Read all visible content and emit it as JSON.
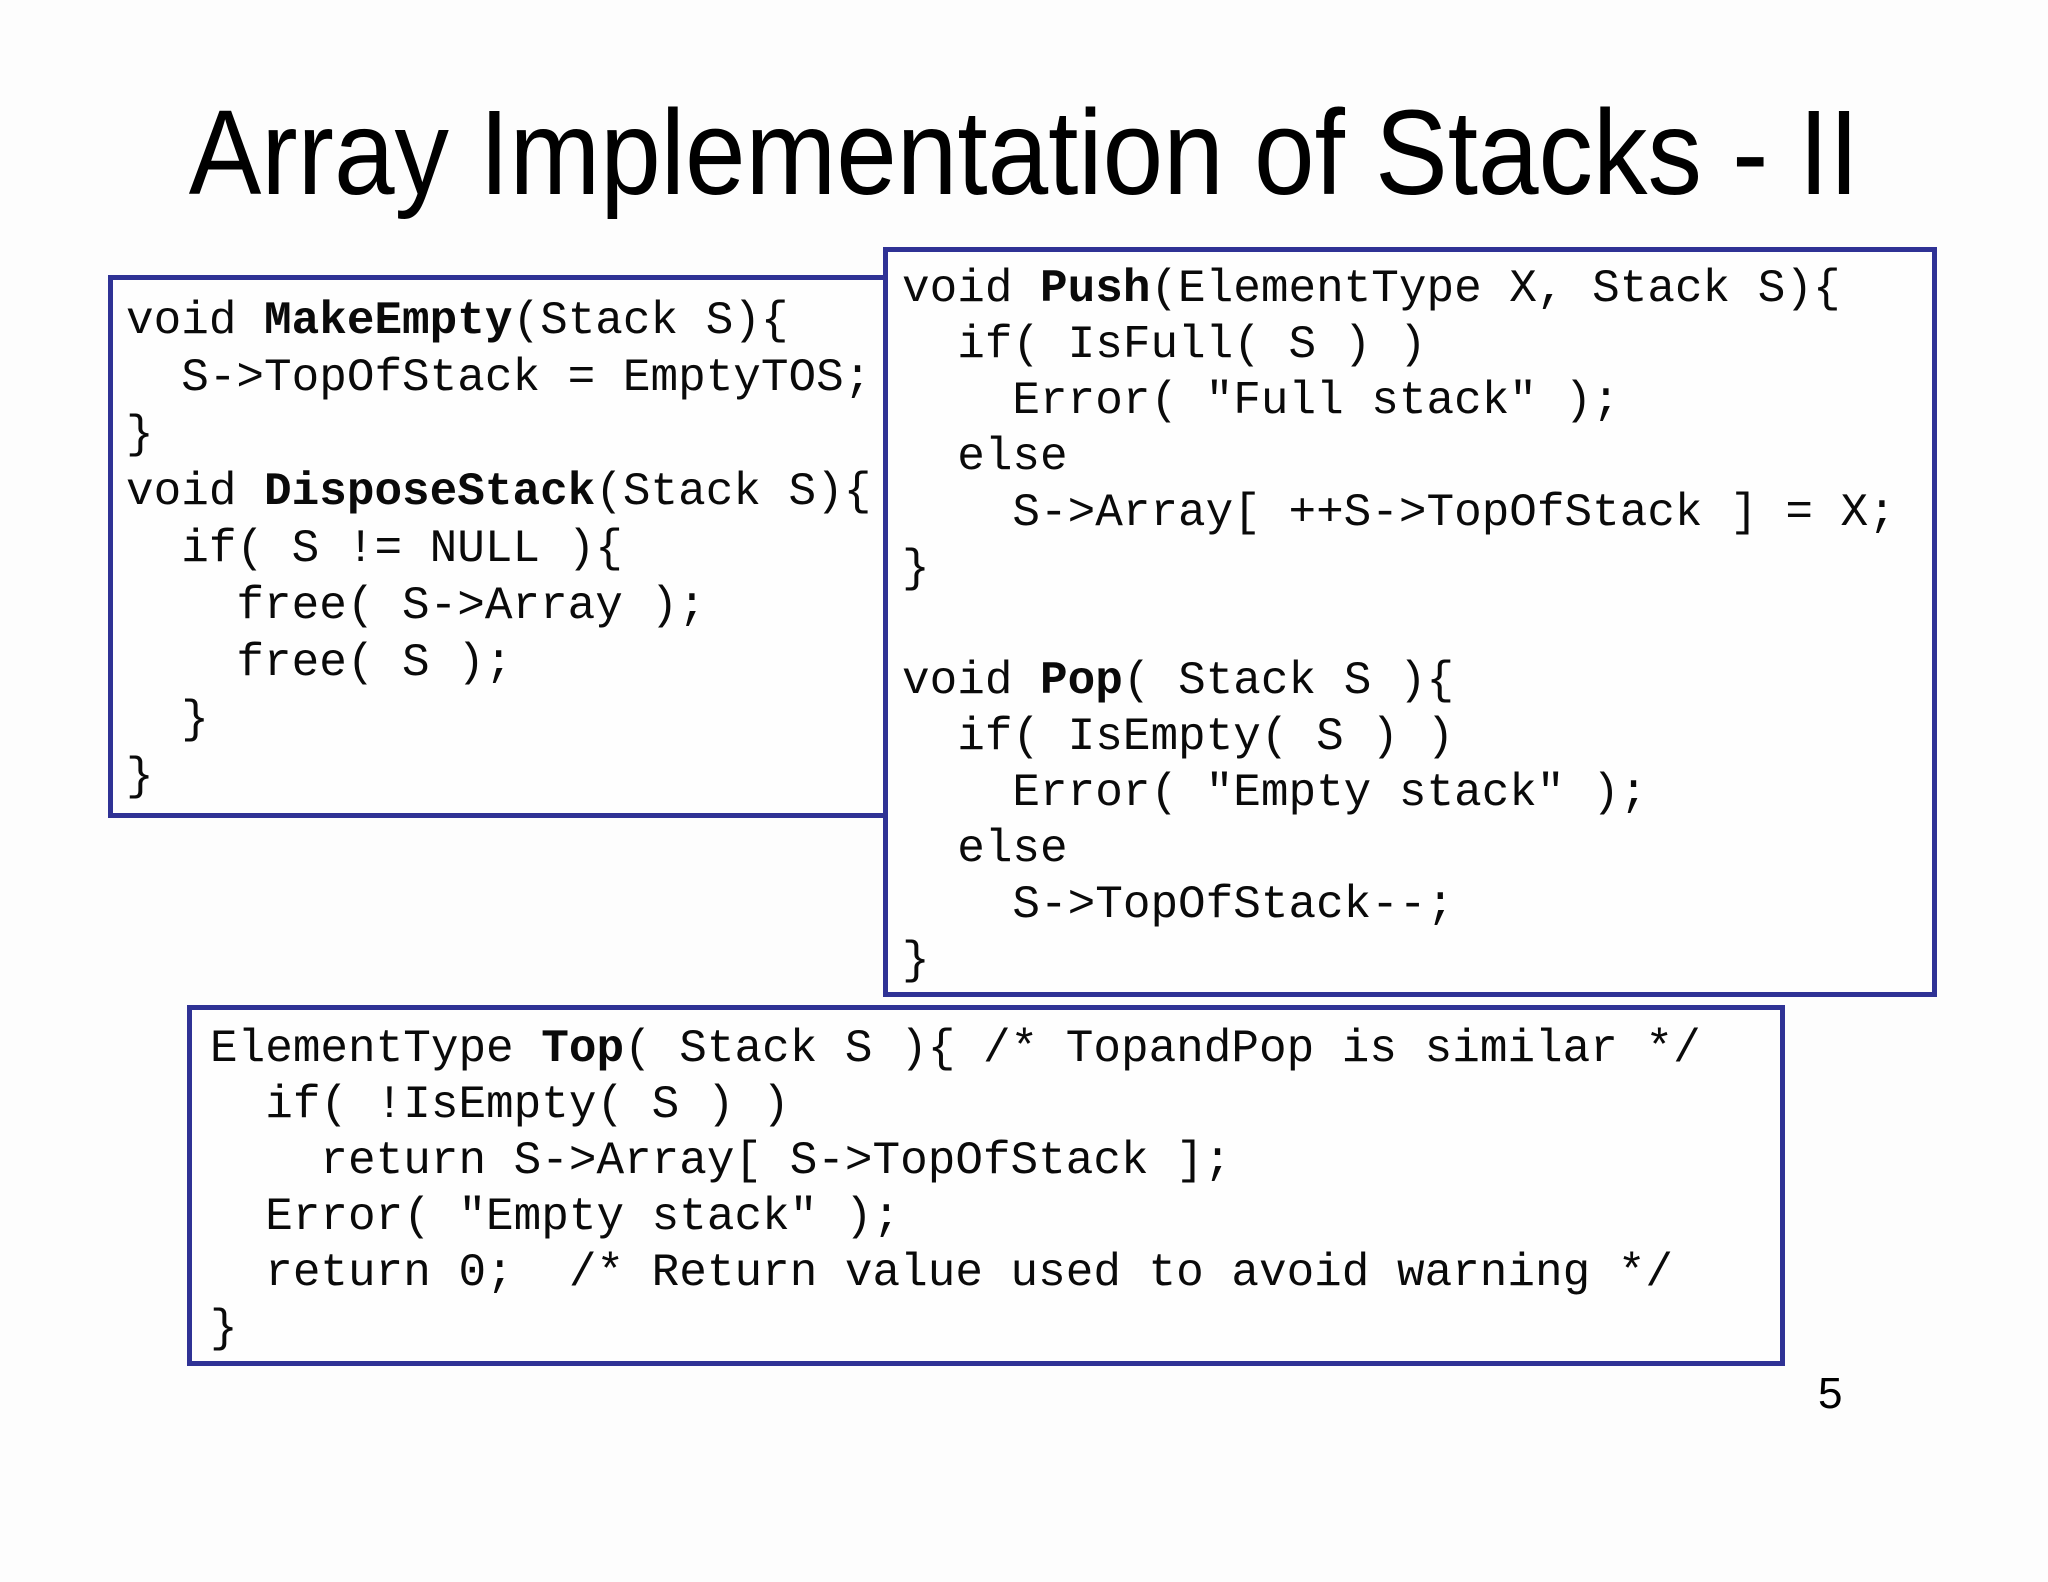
{
  "title": "Array Implementation of Stacks - II",
  "page_number": "5",
  "colors": {
    "box_border": "#2f3295",
    "code_text": "#0a0a0a",
    "background": "#fdfdfd"
  },
  "boxes": [
    {
      "lines": [
        [
          {
            "text": "void ",
            "bold": false
          },
          {
            "text": "MakeEmpty",
            "bold": true
          },
          {
            "text": "(Stack S){",
            "bold": false
          }
        ],
        [
          {
            "text": "  S->TopOfStack = EmptyTOS;",
            "bold": false
          }
        ],
        [
          {
            "text": "}",
            "bold": false
          }
        ],
        [
          {
            "text": "void ",
            "bold": false
          },
          {
            "text": "DisposeStack",
            "bold": true
          },
          {
            "text": "(Stack S){",
            "bold": false
          }
        ],
        [
          {
            "text": "  if( S != NULL ){",
            "bold": false
          }
        ],
        [
          {
            "text": "    free( S->Array );",
            "bold": false
          }
        ],
        [
          {
            "text": "    free( S );",
            "bold": false
          }
        ],
        [
          {
            "text": "  }",
            "bold": false
          }
        ],
        [
          {
            "text": "}",
            "bold": false
          }
        ]
      ]
    },
    {
      "lines": [
        [
          {
            "text": "void ",
            "bold": false
          },
          {
            "text": "Push",
            "bold": true
          },
          {
            "text": "(ElementType X, Stack S){",
            "bold": false
          }
        ],
        [
          {
            "text": "  if( IsFull( S ) )",
            "bold": false
          }
        ],
        [
          {
            "text": "    Error( \"Full stack\" );",
            "bold": false
          }
        ],
        [
          {
            "text": "  else",
            "bold": false
          }
        ],
        [
          {
            "text": "    S->Array[ ++S->TopOfStack ] = X;",
            "bold": false
          }
        ],
        [
          {
            "text": "}",
            "bold": false
          }
        ],
        [],
        [
          {
            "text": "void ",
            "bold": false
          },
          {
            "text": "Pop",
            "bold": true
          },
          {
            "text": "( Stack S ){",
            "bold": false
          }
        ],
        [
          {
            "text": "  if( IsEmpty( S ) )",
            "bold": false
          }
        ],
        [
          {
            "text": "    Error( \"Empty stack\" );",
            "bold": false
          }
        ],
        [
          {
            "text": "  else",
            "bold": false
          }
        ],
        [
          {
            "text": "    S->TopOfStack--;",
            "bold": false
          }
        ],
        [
          {
            "text": "}",
            "bold": false
          }
        ]
      ]
    },
    {
      "lines": [
        [
          {
            "text": "ElementType ",
            "bold": false
          },
          {
            "text": "Top",
            "bold": true
          },
          {
            "text": "( Stack S ){ /* TopandPop is similar */",
            "bold": false
          }
        ],
        [
          {
            "text": "  if( !IsEmpty( S ) )",
            "bold": false
          }
        ],
        [
          {
            "text": "    return S->Array[ S->TopOfStack ];",
            "bold": false
          }
        ],
        [
          {
            "text": "  Error( \"Empty stack\" );",
            "bold": false
          }
        ],
        [
          {
            "text": "  return 0;  /* Return value used to avoid warning */",
            "bold": false
          }
        ],
        [
          {
            "text": "}",
            "bold": false
          }
        ]
      ]
    }
  ]
}
